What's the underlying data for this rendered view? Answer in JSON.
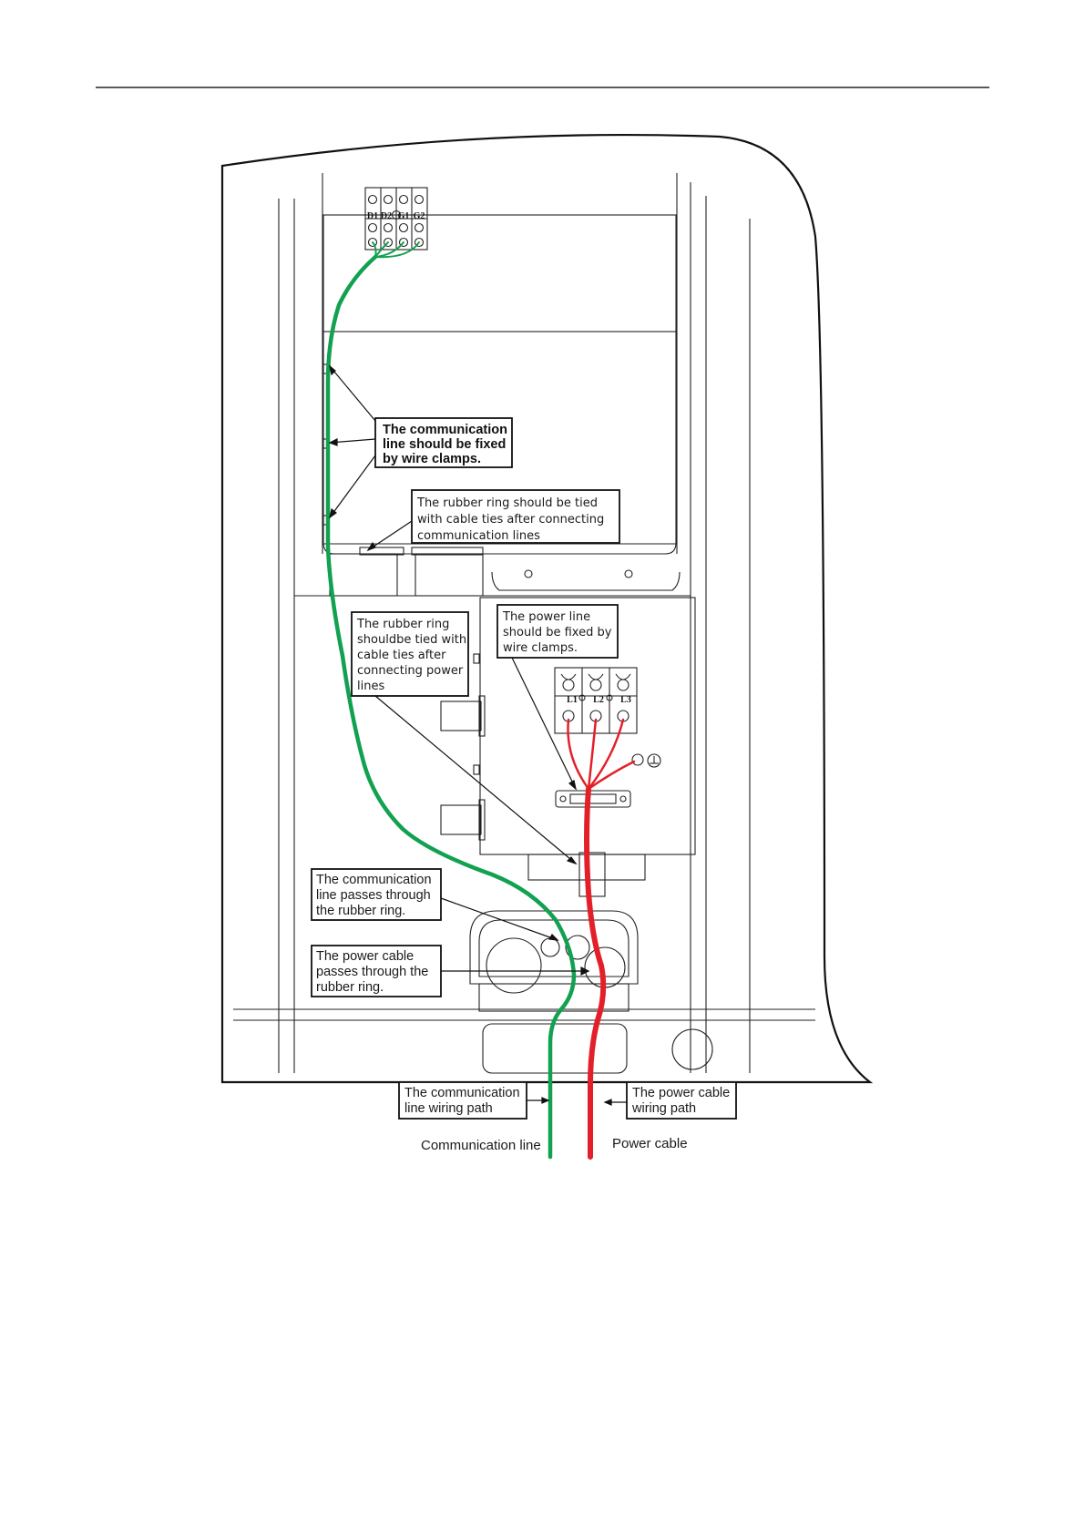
{
  "labels": {
    "comm_fixed": [
      "The communication",
      "line should be fixed",
      "by wire clamps."
    ],
    "rubber_comm": [
      "The rubber ring should be tied",
      "with cable ties after connecting",
      "communication lines"
    ],
    "power_fixed": [
      "The power line",
      "should be fixed by",
      "wire clamps."
    ],
    "rubber_power": [
      "The rubber ring",
      "shouldbe tied with",
      "cable ties after",
      "connecting power",
      "lines"
    ],
    "comm_pass": [
      "The communication",
      "line passes through",
      "the rubber ring."
    ],
    "power_pass": [
      "The power cable",
      "passes through the",
      "rubber ring."
    ],
    "comm_path": [
      "The communication",
      "line wiring path"
    ],
    "power_path": [
      "The power cable",
      "wiring path"
    ],
    "comm_line": "Communication line",
    "power_cable": "Power cable"
  },
  "terminals": {
    "signal": [
      "D1",
      "D2",
      "G1",
      "G2"
    ],
    "power": [
      "L1",
      "L2",
      "L3"
    ]
  },
  "colors": {
    "communication_line": "#12a150",
    "power_cable": "#e3202a"
  }
}
